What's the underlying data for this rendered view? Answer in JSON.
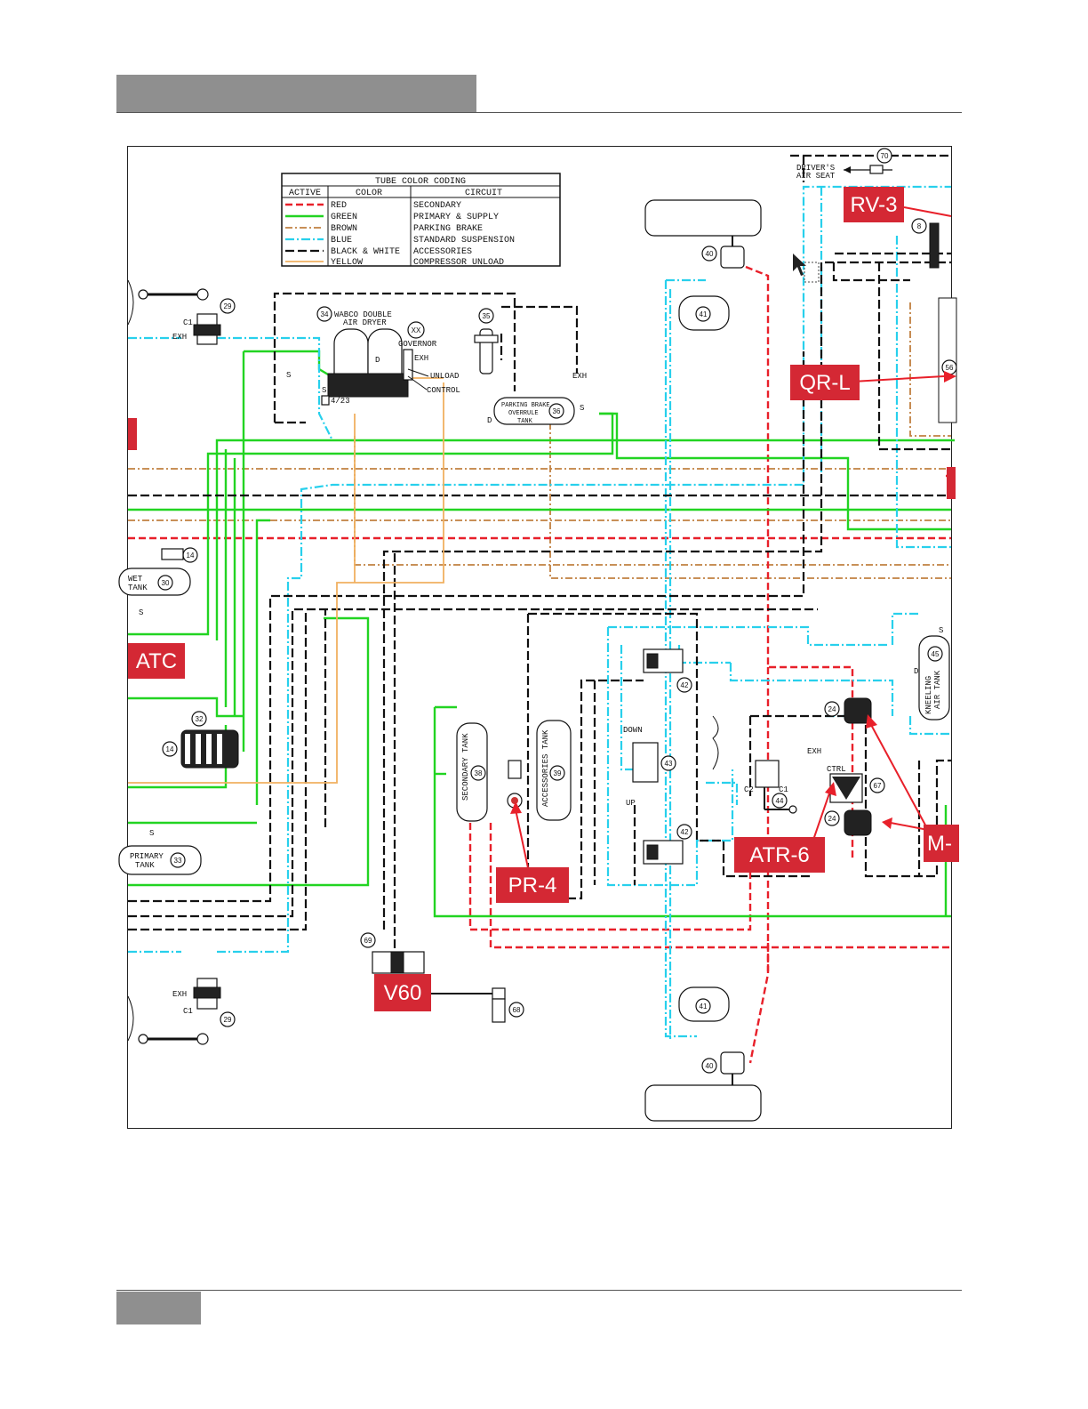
{
  "legend": {
    "title": "TUBE COLOR CODING",
    "headers": [
      "ACTIVE",
      "COLOR",
      "CIRCUIT"
    ],
    "rows": [
      {
        "color": "RED",
        "circuit": "SECONDARY",
        "hex": "#e8202a"
      },
      {
        "color": "GREEN",
        "circuit": "PRIMARY & SUPPLY",
        "hex": "#22d422"
      },
      {
        "color": "BROWN",
        "circuit": "PARKING BRAKE",
        "hex": "#c08040"
      },
      {
        "color": "BLUE",
        "circuit": "STANDARD SUSPENSION",
        "hex": "#28d0ec"
      },
      {
        "color": "BLACK & WHITE",
        "circuit": "ACCESSORIES",
        "hex": "#111111"
      },
      {
        "color": "YELLOW",
        "circuit": "COMPRESSOR UNLOAD",
        "hex": "#f0b060"
      }
    ]
  },
  "callouts": {
    "rv3": "RV-3",
    "qrl": "QR-L",
    "atc": "ATC",
    "pr4": "PR-4",
    "atr6": "ATR-6",
    "v60": "V60",
    "m": "M-",
    "fill": "#d42834"
  },
  "labels": {
    "drivers_seat_1": "DRIVER'S",
    "drivers_seat_2": "AIR SEAT",
    "dryer_1": "WABCO DOUBLE",
    "dryer_2": "AIR DRYER",
    "governor": "GOVERNOR",
    "unload": "UNLOAD",
    "control": "CONTROL",
    "exh": "EXH",
    "parking_1": "PARKING BRAKE",
    "parking_2": "OVERRULE",
    "parking_3": "TANK",
    "wet_1": "WET",
    "wet_2": "TANK",
    "primary_1": "PRIMARY",
    "primary_2": "TANK",
    "secondary": "SECONDARY TANK",
    "accessories": "ACCESSORIES TANK",
    "kneeling_1": "KNEELING",
    "kneeling_2": "AIR TANK",
    "down": "DOWN",
    "up": "UP",
    "ctrl": "CTRL",
    "s": "S",
    "d": "D",
    "c1": "C1",
    "c2": "C2",
    "r423": "4/23"
  },
  "numbers": {
    "n70": "70",
    "n8": "8",
    "n40": "40",
    "n41": "41",
    "n29": "29",
    "n34": "34",
    "nxx": "XX",
    "n35": "35",
    "n36": "36",
    "n14": "14",
    "n30": "30",
    "n32": "32",
    "n33": "33",
    "n38": "38",
    "n39": "39",
    "n42": "42",
    "n43": "43",
    "n44": "44",
    "n45": "45",
    "n24": "24",
    "n67": "67",
    "n69": "69",
    "n68": "68",
    "n56": "56"
  }
}
